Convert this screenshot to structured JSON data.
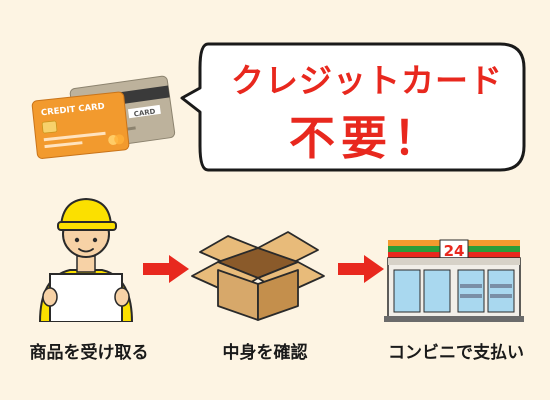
{
  "bubble": {
    "line1": "クレジットカード",
    "line2": "不要！"
  },
  "cards": {
    "front_text": "CREDIT CARD",
    "back_text": "CARD"
  },
  "store": {
    "sign_number": "24"
  },
  "steps": [
    {
      "label": "商品を受け取る",
      "icon": "delivery-person-icon"
    },
    {
      "label": "中身を確認",
      "icon": "open-box-icon"
    },
    {
      "label": "コンビニで支払い",
      "icon": "convenience-store-icon"
    }
  ],
  "colors": {
    "background": "#fdf4e3",
    "accent_red": "#e8281e",
    "card_orange": "#f29a2e",
    "card_gray": "#b9ad96",
    "uniform_yellow": "#fbe000",
    "box_brown": "#d7a86a"
  }
}
